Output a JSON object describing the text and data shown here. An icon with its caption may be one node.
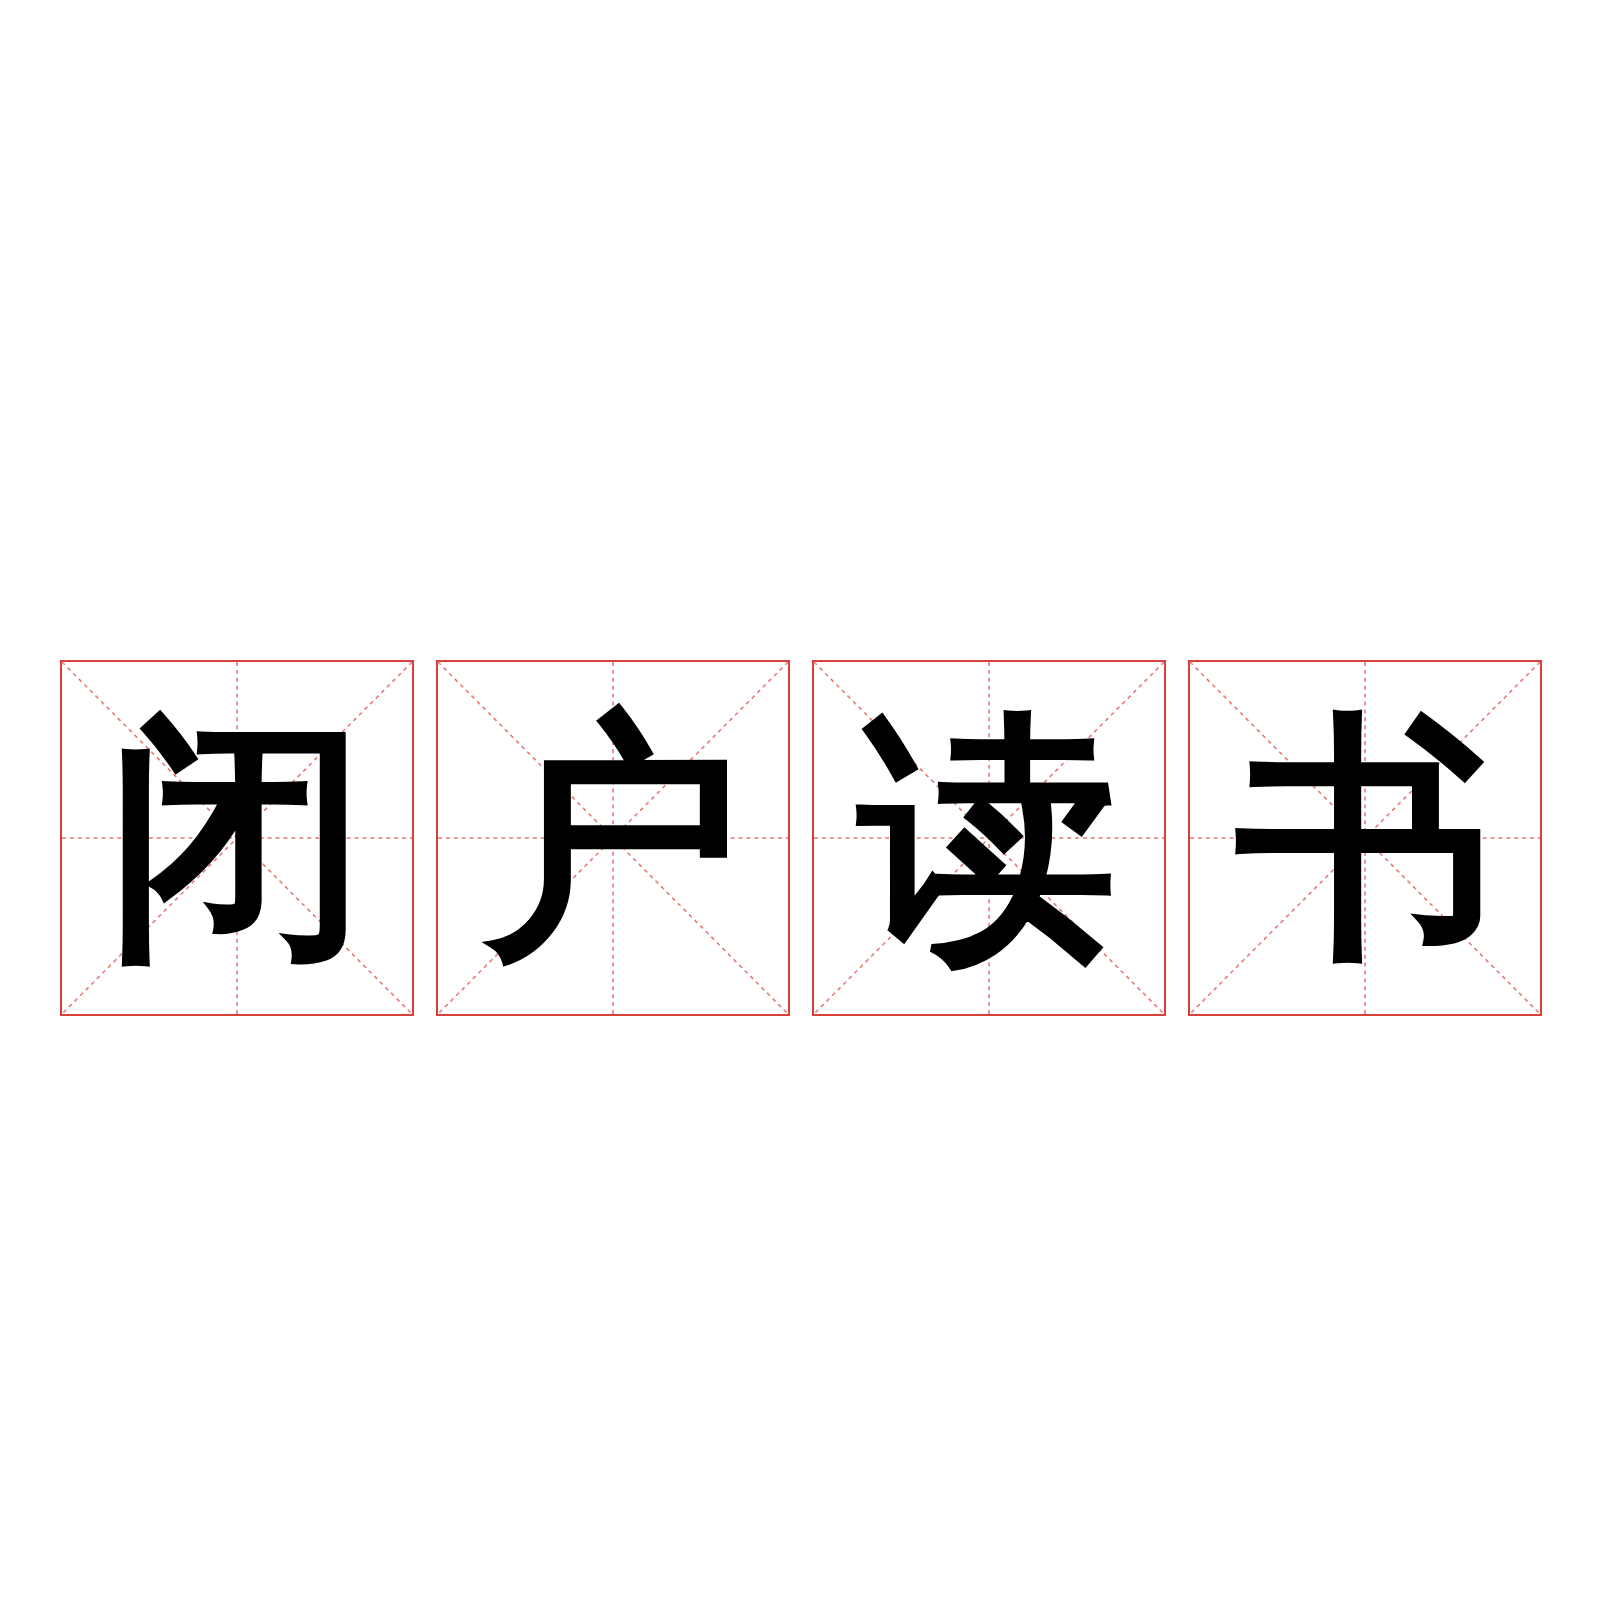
{
  "diagram": {
    "nodes": [
      {
        "text": [
          "闭"
        ]
      },
      {
        "text": [
          "户"
        ]
      },
      {
        "text": [
          "读"
        ]
      },
      {
        "text": [
          "书"
        ]
      }
    ]
  }
}
